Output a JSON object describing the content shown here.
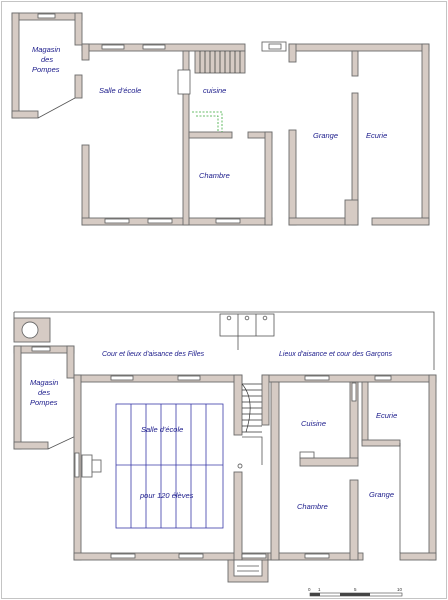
{
  "upper_plan": {
    "magasin_line1": "Magasin",
    "magasin_line2": "des",
    "magasin_line3": "Pompes",
    "salle": "Salle d'école",
    "cuisine": "cuisine",
    "chambre": "Chambre",
    "grange": "Grange",
    "ecurie": "Ecurie"
  },
  "lower_plan": {
    "magasin_line1": "Magasin",
    "magasin_line2": "des",
    "magasin_line3": "Pompes",
    "cour_filles": "Cour et lieux d'aisance des Filles",
    "cour_garcons": "Lieux d'aisance et cour des Garçons",
    "salle": "Salle d'école",
    "eleves": "pour 120 élèves",
    "cuisine": "Cuisine",
    "chambre": "Chambre",
    "ecurie": "Ecurie",
    "grange": "Grange"
  },
  "scale_bar": {
    "labels": [
      "0",
      "1",
      "5",
      "10"
    ]
  },
  "colors": {
    "wall_fill": "#d6cbc4",
    "wall_stroke": "#6a6a6a",
    "label_text": "#1a1a8a",
    "desk_lines": "#3a3aa8",
    "dashed_fixture": "#3aa83a"
  }
}
